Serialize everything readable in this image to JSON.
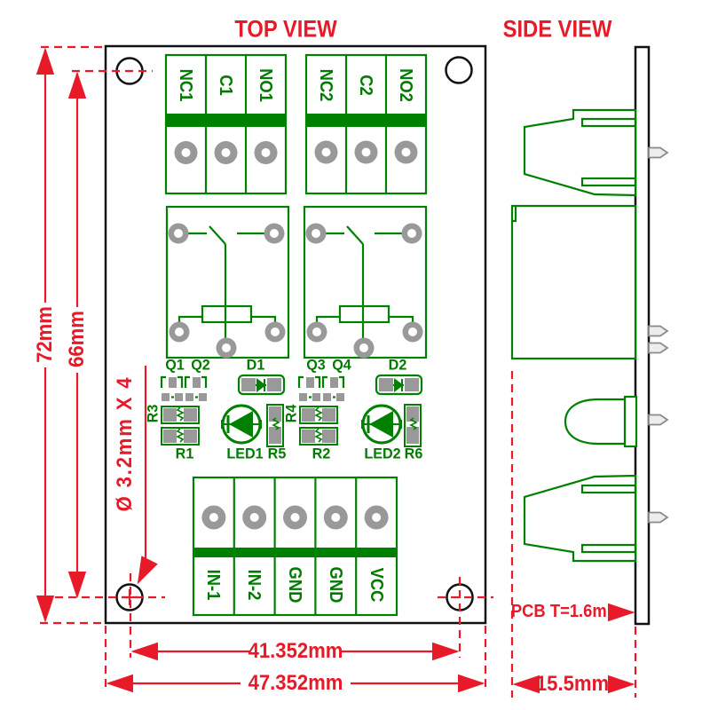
{
  "titles": {
    "top": "TOP VIEW",
    "side": "SIDE VIEW"
  },
  "colors": {
    "silkscreen_green": "#008000",
    "dimension_red": "#e61a28",
    "pad_gray": "#999999",
    "board_outline": "#111111"
  },
  "top_view": {
    "relay_outputs_1": {
      "labels": [
        "NC1",
        "C1",
        "NO1"
      ]
    },
    "relay_outputs_2": {
      "labels": [
        "NC2",
        "C2",
        "NO2"
      ]
    },
    "silkscreen": {
      "q1": "Q1",
      "q2": "Q2",
      "d1": "D1",
      "q3": "Q3",
      "q4": "Q4",
      "d2": "D2",
      "r3": "R3",
      "r1": "R1",
      "led1": "LED1",
      "r5": "R5",
      "r4": "R4",
      "r2": "R2",
      "led2": "LED2",
      "r6": "R6"
    },
    "input_terminal": {
      "labels": [
        "IN-1",
        "IN-2",
        "GND",
        "GND",
        "VCC"
      ]
    }
  },
  "dimensions": {
    "board_height": "72mm",
    "hole_pitch_vertical": "66mm",
    "mounting_hole": "Ø 3.2mm X 4",
    "hole_pitch_horizontal": "41.352mm",
    "board_width": "47.352mm",
    "side_depth": "15.5mm",
    "pcb_thickness": "PCB T=1.6mm"
  }
}
